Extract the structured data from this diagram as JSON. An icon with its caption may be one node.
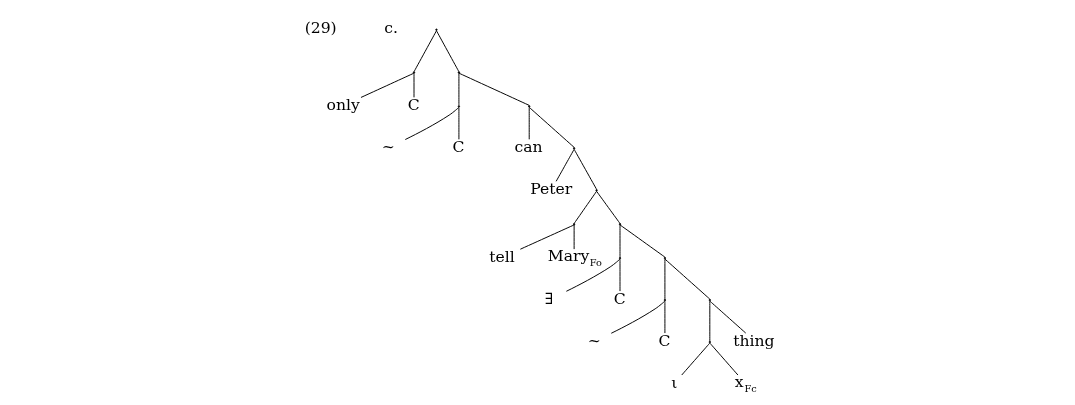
{
  "diagram": {
    "nodes": [
      {
        "text": [],
        "shape": "point"
      },
      {
        "text": [],
        "shape": "point"
      },
      {
        "text": [
          "only"
        ]
      },
      {
        "text": [
          "C"
        ]
      },
      {
        "text": [],
        "shape": "point"
      },
      {
        "text": [],
        "shape": "point"
      },
      {
        "text": [
          "~"
        ]
      },
      {
        "text": [
          "C"
        ]
      },
      {
        "text": [],
        "shape": "point"
      },
      {
        "text": [
          "can"
        ]
      },
      {
        "text": [],
        "shape": "point"
      },
      {
        "text": [
          "Peter"
        ]
      },
      {
        "text": [],
        "shape": "point"
      },
      {
        "text": [],
        "shape": "point"
      },
      {
        "text": [
          "tell"
        ]
      },
      {
        "text": [
          "Mary$_{Fo}$"
        ]
      },
      {
        "text": [],
        "shape": "point"
      },
      {
        "text": [],
        "shape": "point"
      },
      {
        "text": [
          "∃"
        ]
      },
      {
        "text": [
          "C"
        ]
      },
      {
        "text": [],
        "shape": "point"
      },
      {
        "text": [],
        "shape": "point"
      },
      {
        "text": [
          "~"
        ]
      },
      {
        "text": [
          "C"
        ]
      },
      {
        "text": [],
        "shape": "point"
      },
      {
        "text": [],
        "shape": "point"
      },
      {
        "text": [
          "ι"
        ]
      },
      {
        "text": [
          "x$_{Fc}$"
        ]
      },
      {
        "text": [
          "thing"
        ]
      }
    ],
    "edges": [
      {
        "from": 0,
        "to": 1,
        "arrow": "none"
      },
      {
        "from": 1,
        "to": 2,
        "arrow": "none"
      },
      {
        "from": 1,
        "to": 3,
        "arrow": "none"
      },
      {
        "from": 0,
        "to": 4,
        "arrow": "none"
      },
      {
        "from": 4,
        "to": 5,
        "arrow": "none"
      },
      {
        "from": 5,
        "to": 6,
        "arrow": "none"
      },
      {
        "from": 5,
        "to": 7,
        "arrow": "none"
      },
      {
        "from": 4,
        "to": 8,
        "arrow": "none"
      },
      {
        "from": 8,
        "to": 9,
        "arrow": "none"
      },
      {
        "from": 8,
        "to": 10,
        "arrow": "none"
      },
      {
        "from": 10,
        "to": 11,
        "arrow": "none"
      },
      {
        "from": 10,
        "to": 12,
        "arrow": "none"
      },
      {
        "from": 12,
        "to": 13,
        "arrow": "none"
      },
      {
        "from": 13,
        "to": 14,
        "arrow": "none"
      },
      {
        "from": 13,
        "to": 15,
        "arrow": "none"
      },
      {
        "from": 12,
        "to": 16,
        "arrow": "none"
      },
      {
        "from": 16,
        "to": 17,
        "arrow": "none"
      },
      {
        "from": 17,
        "to": 18,
        "arrow": "none"
      },
      {
        "from": 17,
        "to": 19,
        "arrow": "none"
      },
      {
        "from": 16,
        "to": 20,
        "arrow": "none"
      },
      {
        "from": 20,
        "to": 21,
        "arrow": "none"
      },
      {
        "from": 21,
        "to": 22,
        "arrow": "none"
      },
      {
        "from": 21,
        "to": 23,
        "arrow": "none"
      },
      {
        "from": 20,
        "to": 24,
        "arrow": "none"
      },
      {
        "from": 24,
        "to": 25,
        "arrow": "none"
      },
      {
        "from": 25,
        "to": 26,
        "arrow": "none"
      },
      {
        "from": 25,
        "to": 27,
        "arrow": "none"
      },
      {
        "from": 24,
        "to": 28,
        "arrow": "none"
      }
    ],
    "labels": [
      "(29)",
      "c."
    ]
  }
}
